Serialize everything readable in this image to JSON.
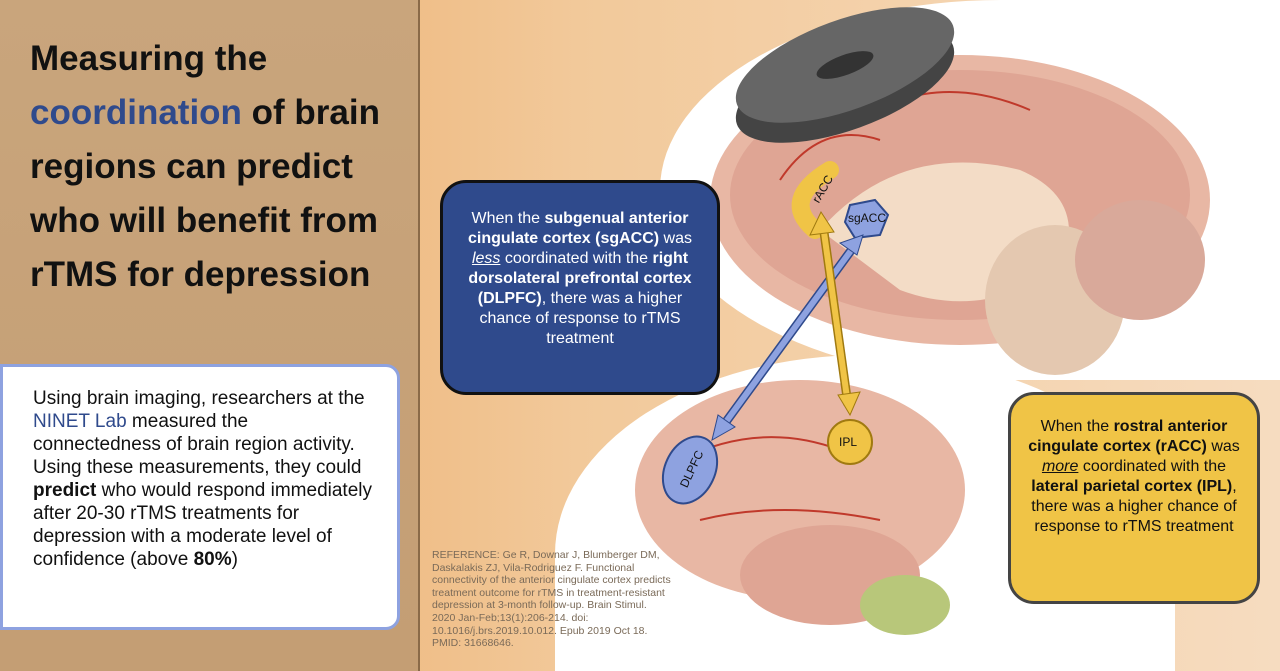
{
  "title": {
    "pre": "Measuring the",
    "highlight": "coordination",
    "post": " of brain regions can predict who will benefit from rTMS for depression"
  },
  "info": {
    "t1": "Using brain imaging, researchers at the ",
    "lab": "NINET Lab",
    "t2": " measured the connectedness of brain region activity. Using these measurements, they could ",
    "bold1": "predict",
    "t3": " who would respond immediately after 20-30 rTMS treatments for depression with a moderate level of confidence (above ",
    "bold2": "80%",
    "t4": ")"
  },
  "blue_box": {
    "t1": "When the ",
    "b1": "subgenual anterior cingulate cortex (sgACC)",
    "t2": " was ",
    "em": "less",
    "t3": " coordinated with the ",
    "b2": "right dorsolateral prefrontal cortex (DLPFC)",
    "t4": ", there was a higher chance of response to rTMS treatment"
  },
  "yellow_box": {
    "t1": "When the ",
    "b1": "rostral anterior cingulate cortex (rACC)",
    "t2": " was ",
    "em": "more",
    "t3": " coordinated with the ",
    "b2": "lateral parietal cortex (IPL)",
    "t4": ", there was a higher chance of response to rTMS treatment"
  },
  "labels": {
    "racc": "rACC",
    "sgacc": "sgACC",
    "dlpfc": "DLPFC",
    "ipl": "IPL"
  },
  "reference": "REFERENCE: Ge R, Downar J, Blumberger DM, Daskalakis ZJ, Vila-Rodriguez F. Functional connectivity of the anterior cingulate cortex predicts treatment outcome for rTMS in treatment-resistant depression at 3-month follow-up. Brain Stimul. 2020 Jan-Feb;13(1):206-214. doi: 10.1016/j.brs.2019.10.012. Epub 2019 Oct 18. PMID: 31668646.",
  "colors": {
    "blue": "#2f4a8c",
    "yellow": "#f0c446",
    "region": "#8ea2e0"
  }
}
